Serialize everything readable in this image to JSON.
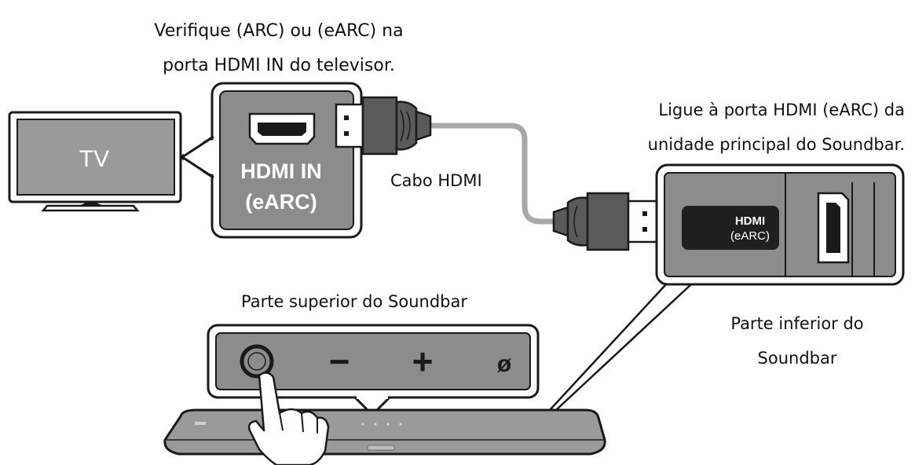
{
  "captions": {
    "check_arc_line1": "Verifique (ARC) ou (eARC) na",
    "check_arc_line2": "porta HDMI IN do televisor.",
    "connect_line1": "Ligue à porta HDMI (eARC) da",
    "connect_line2": "unidade principal do Soundbar.",
    "cable": "Cabo HDMI",
    "soundbar_top": "Parte superior do Soundbar",
    "soundbar_bottom_line1": "Parte inferior do",
    "soundbar_bottom_line2": "Soundbar"
  },
  "tv": {
    "label": "TV"
  },
  "tv_port": {
    "label_line1": "HDMI IN",
    "label_line2": "(eARC)"
  },
  "soundbar_port": {
    "label_line1": "HDMI",
    "label_line2": "(eARC)"
  },
  "buttons": [
    {
      "icon": "power-icon"
    },
    {
      "icon": "minus-icon",
      "glyph": "−"
    },
    {
      "icon": "plus-icon",
      "glyph": "+"
    },
    {
      "icon": "bluetooth-pair-icon",
      "glyph": "ø"
    }
  ],
  "colors": {
    "panel_gray": "#8c8c8c",
    "line_dark": "#1a1a1a",
    "cable_gray": "#a8a8a8",
    "device_gray": "#9a9a9a"
  }
}
